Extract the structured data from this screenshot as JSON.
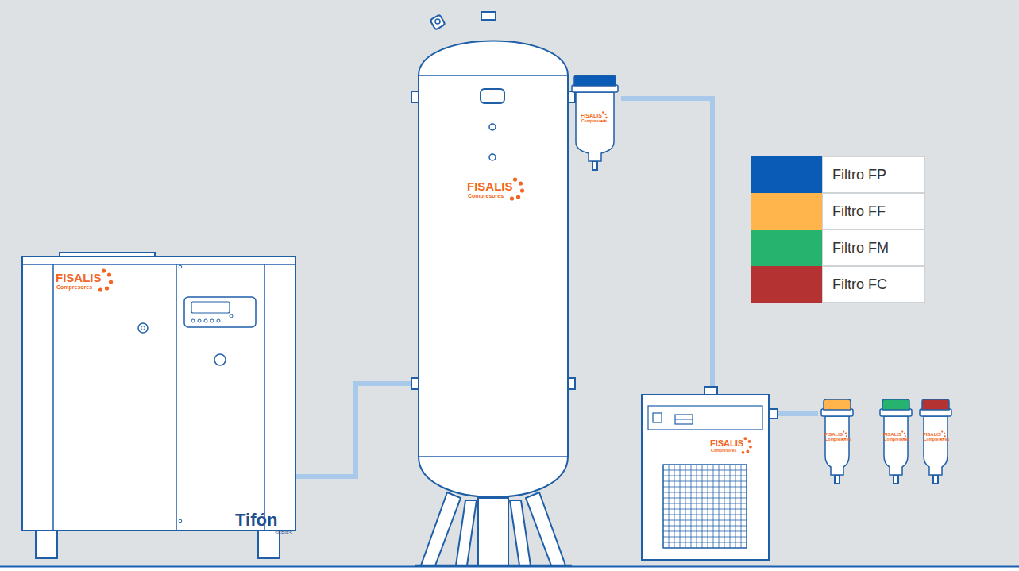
{
  "diagram": {
    "nodes": [
      {
        "text": [
          "FISALIS",
          "Compresores",
          "Tifón",
          "SERIES"
        ]
      },
      {
        "text": [
          "FISALIS",
          "Compresores"
        ]
      },
      {
        "text": [
          "FISALIS",
          "Compresores"
        ]
      },
      {
        "text": [
          "FISALIS",
          "Compresores"
        ]
      },
      {
        "text": [
          "FISALIS",
          "Compresores"
        ]
      },
      {
        "text": [
          "FISALIS",
          "Compresores"
        ]
      },
      {
        "text": [
          "FISALIS",
          "Compresores"
        ]
      }
    ],
    "edges": [
      {
        "from": 0,
        "to": 1,
        "arrow": "none"
      },
      {
        "from": 2,
        "to": 3,
        "arrow": "none"
      },
      {
        "from": 3,
        "to": 4,
        "arrow": "none"
      }
    ],
    "legend": [
      {
        "text": "Filtro FP",
        "color": "#0a5bb5"
      },
      {
        "text": "Filtro FF",
        "color": "#ffb54c"
      },
      {
        "text": "Filtro FM",
        "color": "#25b36e"
      },
      {
        "text": "Filtro FC",
        "color": "#b53232"
      }
    ]
  }
}
